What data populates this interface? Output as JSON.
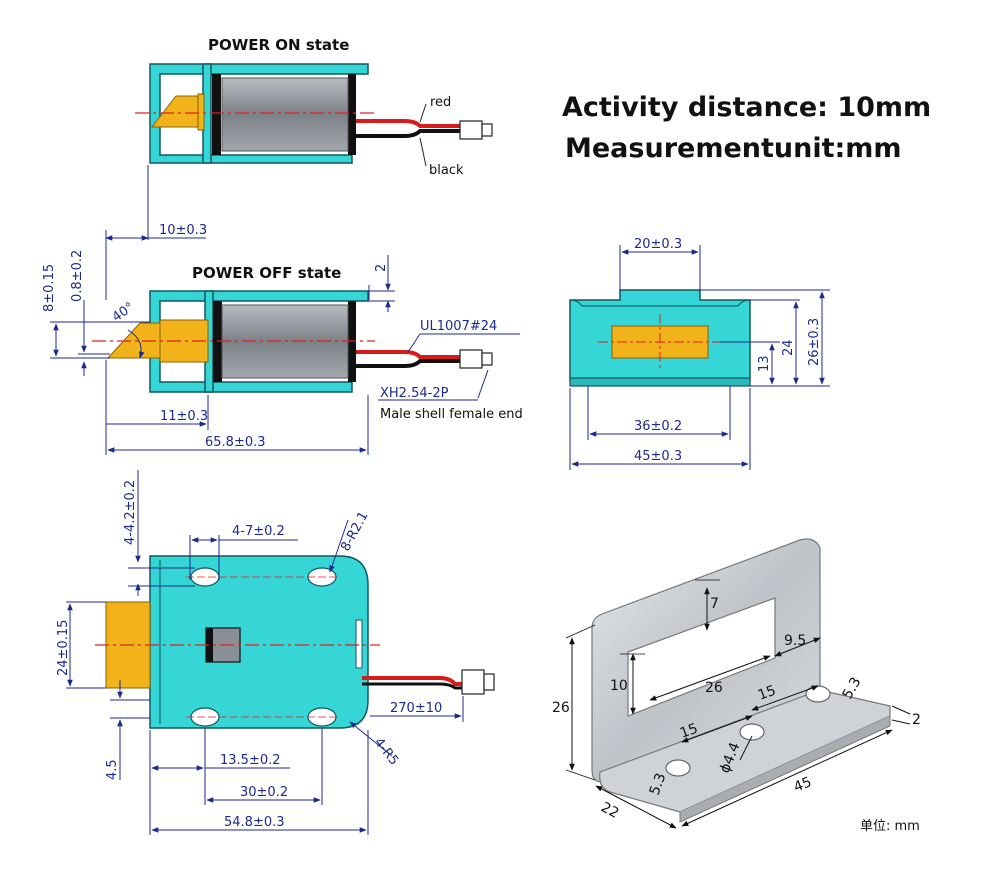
{
  "headline": {
    "activity": "Activity distance: 10mm",
    "unit": "Measurementunit:mm"
  },
  "top_view": {
    "title_on": "POWER ON state",
    "title_off": "POWER OFF state",
    "wire_red": "red",
    "wire_black": "black",
    "cable_spec": "UL1007#24",
    "connector_spec": "XH2.54-2P",
    "connector_note": "Male shell female end",
    "dims": {
      "stroke": "10±0.3",
      "gap": "2",
      "h8": "8±0.15",
      "h08": "0.8±0.2",
      "angle": "40°",
      "plunger": "11±0.3",
      "length": "65.8±0.3"
    }
  },
  "end_view": {
    "dims": {
      "top": "20±0.3",
      "d24": "24",
      "d26": "26±0.3",
      "d13": "13",
      "inner": "36±0.2",
      "outer": "45±0.3"
    }
  },
  "bottom_view": {
    "dims": {
      "slot_h": "4-4.2±0.2",
      "slot_w": "4-7±0.2",
      "radius": "8-R2.1",
      "height": "24±0.15",
      "wire": "270±10",
      "r5": "4-R5",
      "d45": "4.5",
      "d135": "13.5±0.2",
      "d30": "30±0.2",
      "d548": "54.8±0.3"
    }
  },
  "bracket": {
    "dims": {
      "d7": "7",
      "d95": "9.5",
      "d10": "10",
      "d26": "26",
      "d15a": "15",
      "d15b": "15",
      "d53a": "5.3",
      "d2": "2",
      "d44": "ϕ4.4",
      "d53b": "5.3",
      "d26h": "26",
      "d22": "22",
      "d45": "45"
    },
    "unit_note": "单位: mm"
  },
  "colors": {
    "body": "#37d6d6",
    "outline": "#0e5860",
    "plunger": "#f2b31a",
    "coil": "#8a8f96",
    "dimension": "#1c2a8c",
    "center_line": "#e02020",
    "wire_red": "#d81b1b",
    "wire_black": "#111111",
    "metal": "#c8cbcf"
  }
}
